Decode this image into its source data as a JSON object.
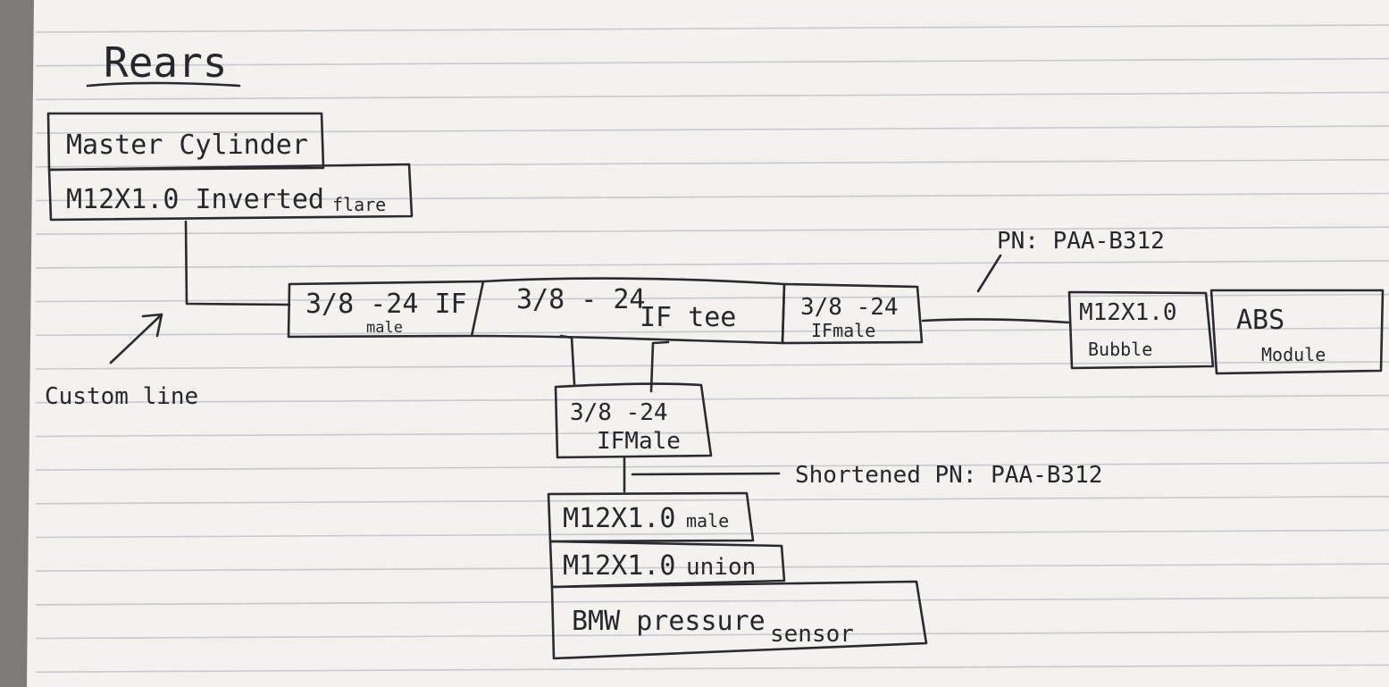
{
  "title": "Rears",
  "paper": {
    "sheet_color": "#f3f2ef",
    "rule_color": "#c9c9cf",
    "ink_color": "#26262c"
  },
  "nodes": {
    "master_cylinder": "Master Cylinder",
    "master_fitting_a": "M12X1.0 Inverted",
    "master_fitting_b": "flare",
    "if_male_left_a": "3/8 -24 IF",
    "if_male_left_b": "male",
    "tee_a": "3/8 - 24",
    "tee_b": "IF tee",
    "if_male_right_a": "3/8 -24",
    "if_male_right_b": "IFmale",
    "bubble_a": "M12X1.0",
    "bubble_b": "Bubble",
    "abs_a": "ABS",
    "abs_b": "Module",
    "if_male_down_a": "3/8 -24",
    "if_male_down_b": "IFMale",
    "m12_male_a": "M12X1.0",
    "m12_male_b": "male",
    "m12_union_a": "M12X1.0",
    "m12_union_b": "union",
    "sensor_a": "BMW pressure",
    "sensor_b": "sensor"
  },
  "annotations": {
    "custom_line": "Custom line",
    "pn_top": "PN: PAA-B312",
    "pn_shortened": "Shortened PN: PAA-B312"
  }
}
